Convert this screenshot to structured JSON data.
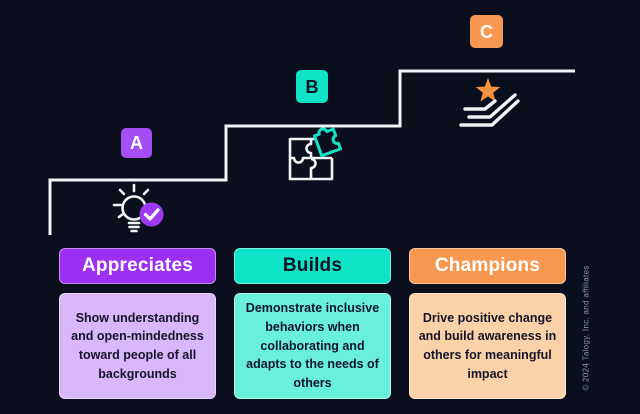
{
  "steps": [
    {
      "label": "A",
      "icon": "lightbulb-check",
      "title": "Appreciates",
      "body": "Show understanding and open-mindedness toward people of all backgrounds"
    },
    {
      "label": "B",
      "icon": "puzzle-piece",
      "title": "Builds",
      "body": "Demonstrate inclusive behaviors when collaborating and adapts to the needs of others"
    },
    {
      "label": "C",
      "icon": "hand-star",
      "title": "Champions",
      "body": "Drive positive change and build awareness in others for meaningful impact"
    }
  ],
  "copyright": "© 2024 Talogy, Inc. and affiliates",
  "colors": {
    "background": "#0b0f1d",
    "stair_line": "#f2f3f5",
    "purple_badge": "#a44ef3",
    "purple_header": "#9c2ff2",
    "purple_body": "#dab6fa",
    "teal": "#0ee3c7",
    "teal_body": "#68f0dc",
    "orange": "#f89850",
    "orange_body": "#fbd2a7",
    "check_circle": "#9b3af2",
    "star": "#f2923e",
    "dark_text": "#14142a"
  }
}
